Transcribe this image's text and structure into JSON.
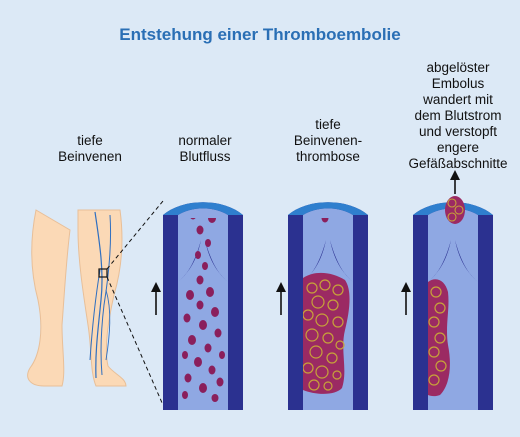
{
  "title": "Entstehung einer Thromboembolie",
  "labels": {
    "deep_veins": "tiefe\nBeinvenen",
    "normal_flow": "normaler\nBlutfluss",
    "thrombosis": "tiefe\nBeinvenen-\nthrombose",
    "embolus": "abgelöster\nEmbolus\nwandert mit\ndem Blutstrom\nund verstopft\nengere\nGefäßabschnitte"
  },
  "colors": {
    "background": "#dce9f6",
    "title": "#2a6fb5",
    "vessel_wall": "#2b3190",
    "vessel_lumen": "#8fa8e3",
    "vessel_cap": "#2f7fce",
    "blood_cell": "#8a1f5c",
    "thrombus": "#9b2a63",
    "fibrin": "#c7a23a",
    "skin": "#fbd9b6",
    "vein": "#2f6fc0"
  }
}
